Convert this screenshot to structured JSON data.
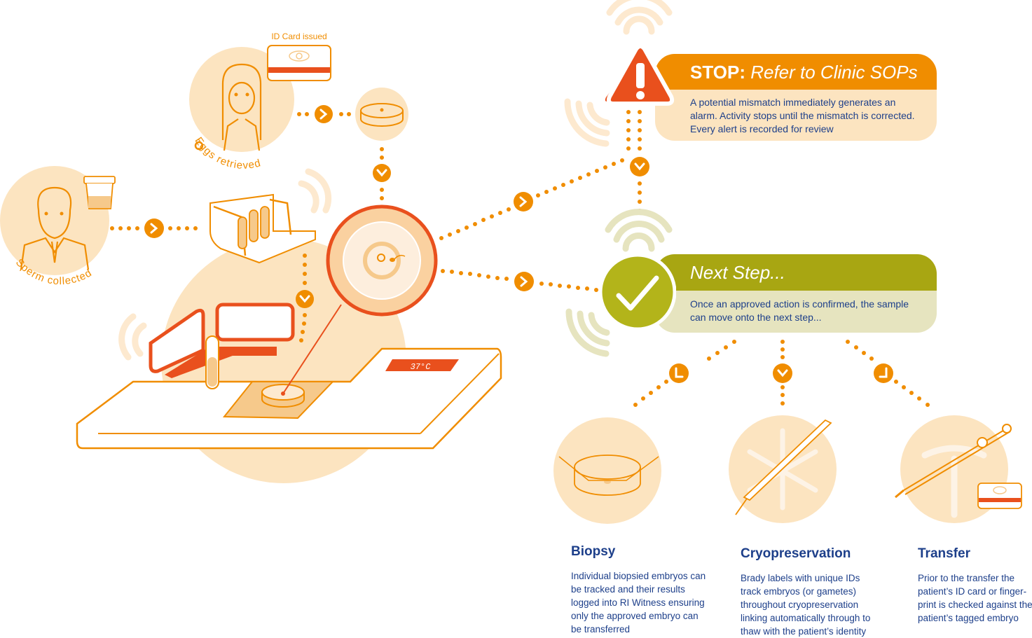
{
  "colors": {
    "orange": "#f08d00",
    "red_orange": "#e9501d",
    "peach": "#fce4c0",
    "olive": "#a8a612",
    "olive_light": "#e6e4bf",
    "navy": "#1d3f8a"
  },
  "left_flow": {
    "id_card_label": "ID Card issued",
    "eggs_label": "Eggs retrieved",
    "sperm_label": "Sperm collected",
    "temperature": "37°C"
  },
  "stop_panel": {
    "title_bold": "STOP:",
    "title_italic": "Refer to Clinic SOPs",
    "text": "A potential mismatch immediately generates an alarm. Activity stops until the mismatch is corrected. Every alert is recorded for review",
    "icon": "warning-triangle-icon"
  },
  "next_panel": {
    "title": "Next Step...",
    "text": "Once an approved action is confirmed, the sample can move onto the next step...",
    "icon": "checkmark-icon"
  },
  "steps": [
    {
      "title": "Biopsy",
      "text": "Individual biopsied embryos can be tracked and their results logged into RI Witness ensuring only the approved embryo can be transferred",
      "icon": "culture-dish-icon"
    },
    {
      "title": "Cryopreservation",
      "text": "Brady labels with unique IDs track embryos (or gametes) throughout cryopreservation linking automatically through to thaw with the patient’s identity",
      "icon": "snowflake-straw-icon"
    },
    {
      "title": "Transfer",
      "text": "Prior to the transfer the patient’s ID card or finger-print is checked against the patient’s tagged embryo",
      "icon": "catheter-uterus-icon"
    }
  ]
}
